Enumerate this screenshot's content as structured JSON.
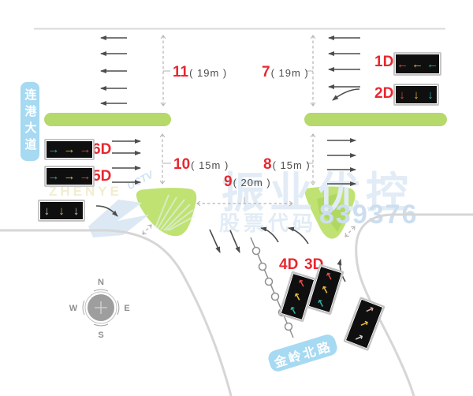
{
  "roads": {
    "west_name": "连港大道",
    "south_name": "金岭北路"
  },
  "watermark": {
    "brand": "振业优控",
    "stock_label": "股票代码",
    "stock_code": "839376",
    "latin": "ZHENYE",
    "logo": "UCTV"
  },
  "compass": {
    "north": "N",
    "south": "S",
    "east": "E",
    "west": "W"
  },
  "measurements": {
    "m7": {
      "num": "7",
      "dist": "( 19m )"
    },
    "m8": {
      "num": "8",
      "dist": "( 15m )"
    },
    "m9": {
      "num": "9",
      "dist": "( 20m )"
    },
    "m10": {
      "num": "10",
      "dist": "( 15m )"
    },
    "m11": {
      "num": "11",
      "dist": "( 19m )"
    }
  },
  "signals": {
    "s1d": {
      "label": "1D",
      "glyphs": [
        "←",
        "←",
        "←"
      ],
      "colors": [
        "red",
        "yellow",
        "teal"
      ]
    },
    "s2d": {
      "label": "2D",
      "glyphs": [
        "↓",
        "↓",
        "↓"
      ],
      "colors": [
        "red",
        "yellow",
        "teal"
      ]
    },
    "s3d": {
      "label": "3D",
      "glyphs": [
        "↖",
        "↖",
        "↖"
      ],
      "colors": [
        "red",
        "yellow",
        "teal"
      ]
    },
    "s4d": {
      "label": "4D",
      "glyphs": [
        "↖",
        "↖",
        "↖"
      ],
      "colors": [
        "red",
        "yellow",
        "teal"
      ]
    },
    "s5d": {
      "label": "5D",
      "glyphs": [
        "→",
        "→",
        "→"
      ],
      "colors": [
        "teal",
        "yellow",
        "red"
      ]
    },
    "s6d": {
      "label": "6D",
      "glyphs": [
        "→",
        "→",
        "→"
      ],
      "colors": [
        "teal",
        "yellow",
        "red"
      ]
    },
    "sdown": {
      "glyphs": [
        "↓",
        "↓",
        "↓"
      ],
      "colors": [
        "gray",
        "yellow",
        "gray"
      ]
    },
    "sturn": {
      "glyphs": [
        "↗",
        "↗",
        "↗"
      ],
      "colors": [
        "dim",
        "yellow",
        "pale"
      ]
    }
  },
  "colors": {
    "signal_red": "#e14b44",
    "signal_yellow": "#e6bf3d",
    "signal_teal": "#2fb0a3",
    "signal_gray": "#cdcdcd",
    "median_green": "#b5d96b",
    "label_blue": "#a6d9f2",
    "measure_red": "#e8272e",
    "road_edge_gray": "#d6d6d6"
  }
}
